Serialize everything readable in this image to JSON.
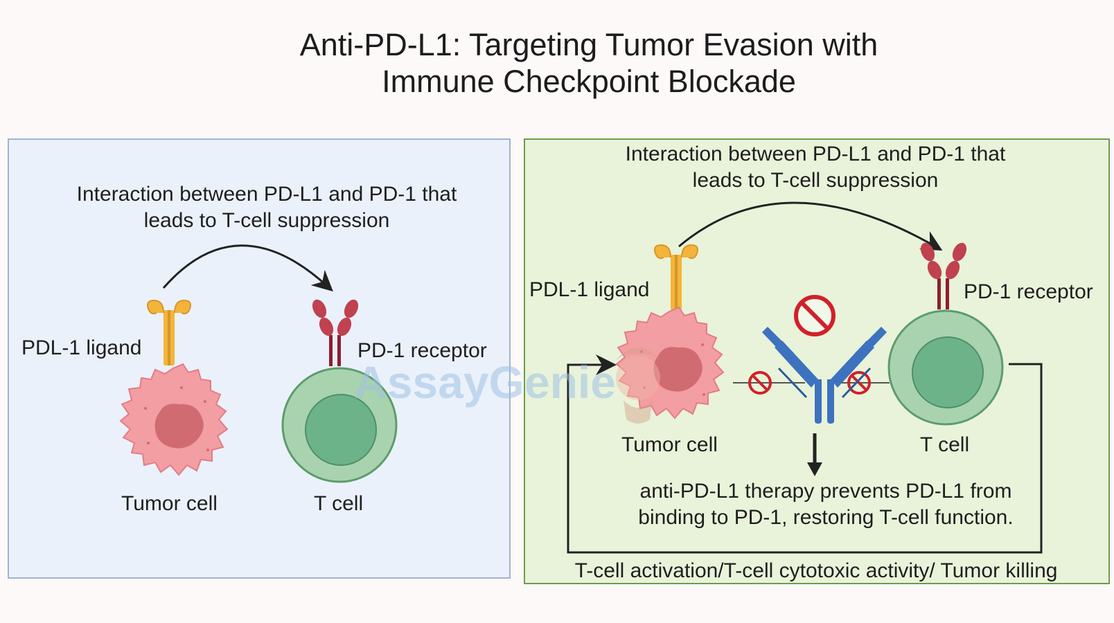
{
  "title": {
    "line1": "Anti-PD-L1: Targeting Tumor Evasion with",
    "line2": "Immune Checkpoint Blockade"
  },
  "left_panel": {
    "interaction_line1": "Interaction between PD-L1 and PD-1 that",
    "interaction_line2": "leads to T-cell suppression",
    "ligand_label": "PDL-1 ligand",
    "receptor_label": "PD-1 receptor",
    "tumor_label": "Tumor cell",
    "tcell_label": "T cell"
  },
  "right_panel": {
    "interaction_line1": "Interaction between PD-L1 and PD-1 that",
    "interaction_line2": "leads to T-cell suppression",
    "ligand_label": "PDL-1 ligand",
    "receptor_label": "PD-1 receptor",
    "tumor_label": "Tumor cell",
    "tcell_label": "T cell",
    "therapy_line1": "anti-PD-L1 therapy prevents PD-L1 from",
    "therapy_line2": "binding to PD-1, restoring T-cell function.",
    "outcome_label": "T-cell activation/T-cell cytotoxic activity/ Tumor killing"
  },
  "watermark": "AssayGenie",
  "colors": {
    "left_panel_bg": "#eaf1fb",
    "right_panel_bg": "#e9f3da",
    "tumor_cell": "#f29ea3",
    "tumor_nucleus": "#d16b72",
    "t_cell": "#a9d3ae",
    "t_cell_nucleus": "#6db38a",
    "pd_l1": "#f2b53a",
    "pd_1": "#c0414f",
    "antibody": "#3d72be",
    "block_symbol": "#d0212a"
  }
}
